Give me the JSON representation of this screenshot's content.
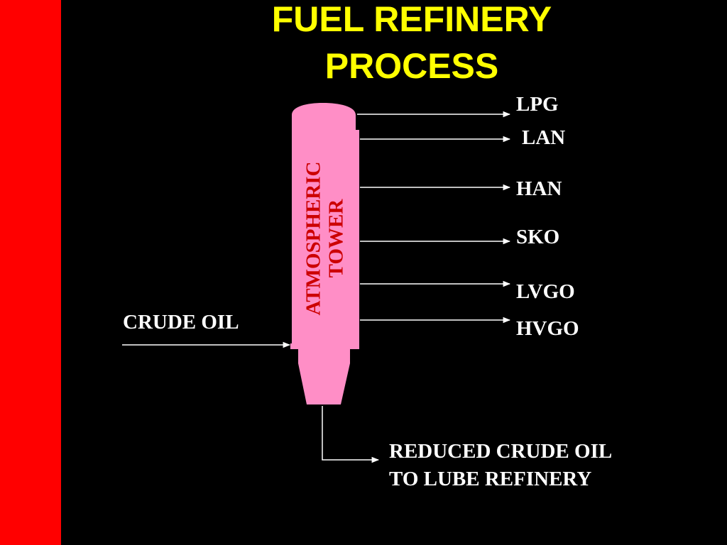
{
  "title": {
    "line1": "FUEL REFINERY",
    "line2": "PROCESS"
  },
  "tower": {
    "line1": "ATMOSPHERIC",
    "line2": "TOWER"
  },
  "input": {
    "label": "CRUDE OIL"
  },
  "products": [
    {
      "label": "LPG"
    },
    {
      "label": "LAN"
    },
    {
      "label": "HAN"
    },
    {
      "label": "SKO"
    },
    {
      "label": "LVGO"
    },
    {
      "label": "HVGO"
    }
  ],
  "output": {
    "line1": "REDUCED CRUDE OIL",
    "line2": "TO LUBE REFINERY"
  },
  "colors": {
    "background": "#000000",
    "side_bar": "#ff0000",
    "title": "#ffff00",
    "tower_fill": "#ff8ec6",
    "tower_text": "#cc0000",
    "labels": "#ffffff"
  }
}
